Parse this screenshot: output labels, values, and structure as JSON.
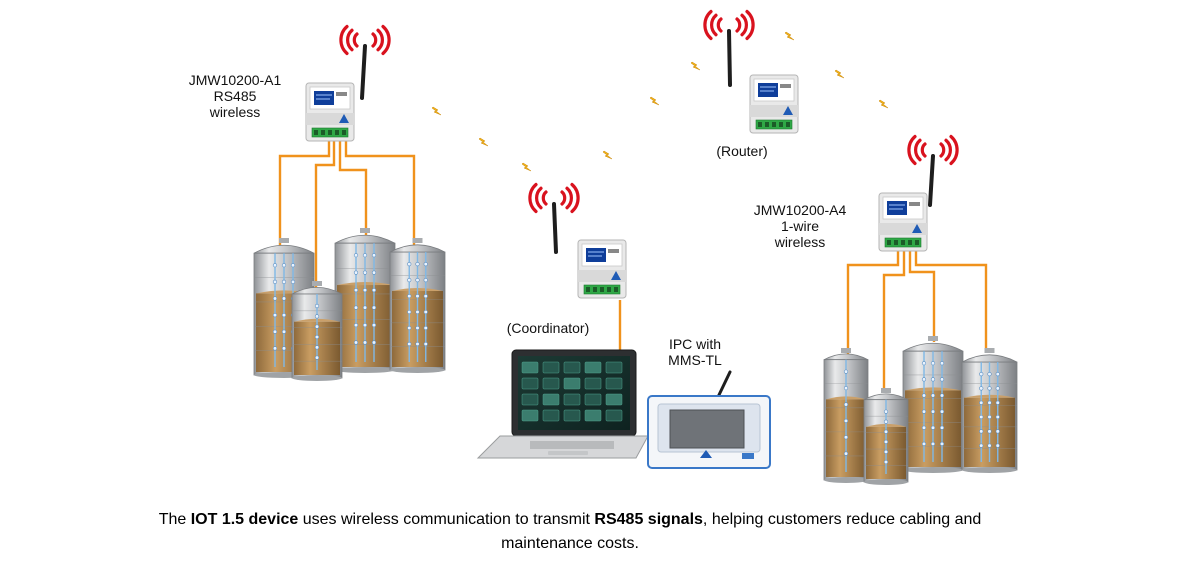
{
  "labels": {
    "device_a1": {
      "model": "JMW10200-A1",
      "line2": "RS485",
      "line3": "wireless"
    },
    "device_a4": {
      "model": "JMW10200-A4",
      "line2": "1-wire",
      "line3": "wireless"
    },
    "router": "(Router)",
    "coordinator": "(Coordinator)",
    "ipc": {
      "line1": "IPC with",
      "line2": "MMS-TL"
    }
  },
  "caption": {
    "p1": "The ",
    "b1": "IOT 1.5 device",
    "p2": " uses wireless communication to transmit ",
    "b2": "RS485 signals",
    "p3": ", helping customers reduce cabling and",
    "line2": "maintenance costs."
  },
  "colors": {
    "cable": "#f0921c",
    "signal": "#d9121e",
    "lightning": "#f3b41b",
    "device_body": "#f2f2f2",
    "terminal": "#2fa846",
    "silo_metal": "#c9cbcd",
    "grain": "#b68a52"
  }
}
